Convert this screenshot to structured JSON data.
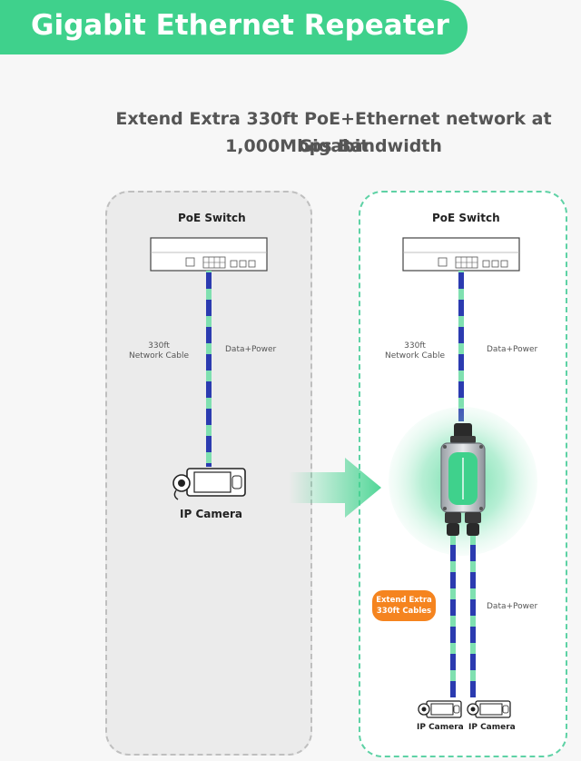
{
  "title": "Gigabit Ethernet Repeater",
  "subtitle_line1": "Extend Extra 330ft PoE+Ethernet network at Gigabit",
  "subtitle_line2": "1,000Mbps Bandwidth",
  "left_panel": {
    "switch_label": "PoE Switch",
    "cable_length": "330ft",
    "cable_type": "Network Cable",
    "data_power": "Data+Power",
    "camera_label": "IP Camera"
  },
  "right_panel": {
    "switch_label": "PoE Switch",
    "cable_length": "330ft",
    "cable_type": "Network Cable",
    "data_power_top": "Data+Power",
    "data_power_bottom": "Data+Power",
    "badge_line1": "Extend Extra",
    "badge_line2": "330ft Cables",
    "camera1_label": "IP Camera",
    "camera2_label": "IP Camera"
  },
  "colors": {
    "accent_green": "#3fd18c",
    "cable_blue": "#2b3bb0",
    "cable_green": "#7fe0b0",
    "badge_orange": "#f5841f"
  }
}
